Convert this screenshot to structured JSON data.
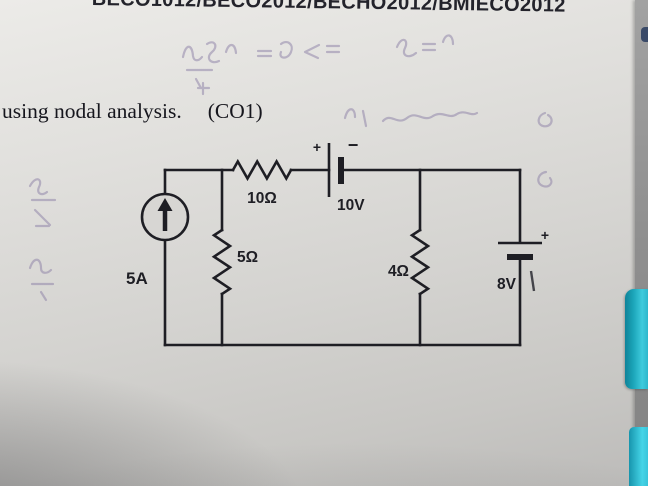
{
  "photo": {
    "header_code": "BECO1012/BECO2012/BECHO2012/BMIECO2012",
    "question": {
      "text": "using nodal analysis.",
      "tag": "(CO1)"
    }
  },
  "circuit": {
    "kind": "dc-circuit-diagram",
    "current_source": {
      "label": "5A",
      "direction": "up"
    },
    "resistor_top": {
      "label": "10Ω"
    },
    "resistor_left": {
      "label": "5Ω"
    },
    "resistor_right": {
      "label": "4Ω"
    },
    "battery_top": {
      "label": "10V",
      "plus": "+",
      "minus": "−"
    },
    "battery_right": {
      "label": "8V",
      "plus": "+"
    }
  },
  "colors": {
    "ink": "#1e1e24",
    "paper": "#d8d7d4",
    "pen_teal": "#21aebf",
    "pen_cyan": "#45d4e6"
  }
}
